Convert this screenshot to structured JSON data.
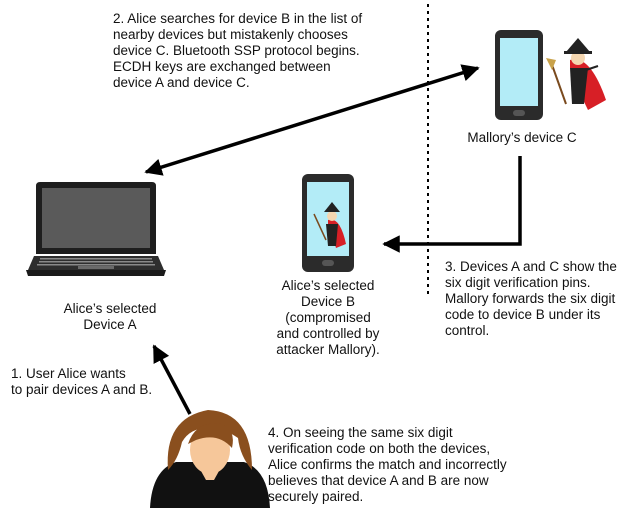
{
  "steps": {
    "step1": [
      "1. User Alice wants",
      "to pair devices A and B."
    ],
    "step2": [
      "2. Alice searches for device B in the list of",
      "nearby devices but mistakenly chooses",
      "device C. Bluetooth SSP protocol begins.",
      "ECDH keys are exchanged between",
      "device A and device C."
    ],
    "step3": [
      "3.  Devices A and C show the",
      "six digit verification pins.",
      "Mallory forwards the six digit",
      "code to device B under its",
      "control."
    ],
    "step4": [
      "4. On seeing the same six digit",
      "verification code on both the devices,",
      "Alice confirms the match and incorrectly",
      "believes that device A and B are now",
      "securely paired."
    ]
  },
  "labels": {
    "device_a": [
      "Alice’s selected",
      "Device A"
    ],
    "device_b": [
      "Alice’s selected",
      "Device B",
      "(compromised",
      "and controlled by",
      "attacker Mallory)."
    ],
    "device_c": [
      "Mallory’s device C"
    ]
  },
  "colors": {
    "phone_screen": "#b3ecf7",
    "device_body": "#2b2b2b",
    "laptop_screen": "#555555",
    "arrow": "#000000",
    "mallory_cape": "#d71f26",
    "alice_skin": "#f6c79a",
    "alice_hair": "#8a4f1e"
  },
  "icons": [
    "laptop-icon",
    "phone-icon",
    "mallory-villain-icon",
    "alice-avatar-icon"
  ]
}
